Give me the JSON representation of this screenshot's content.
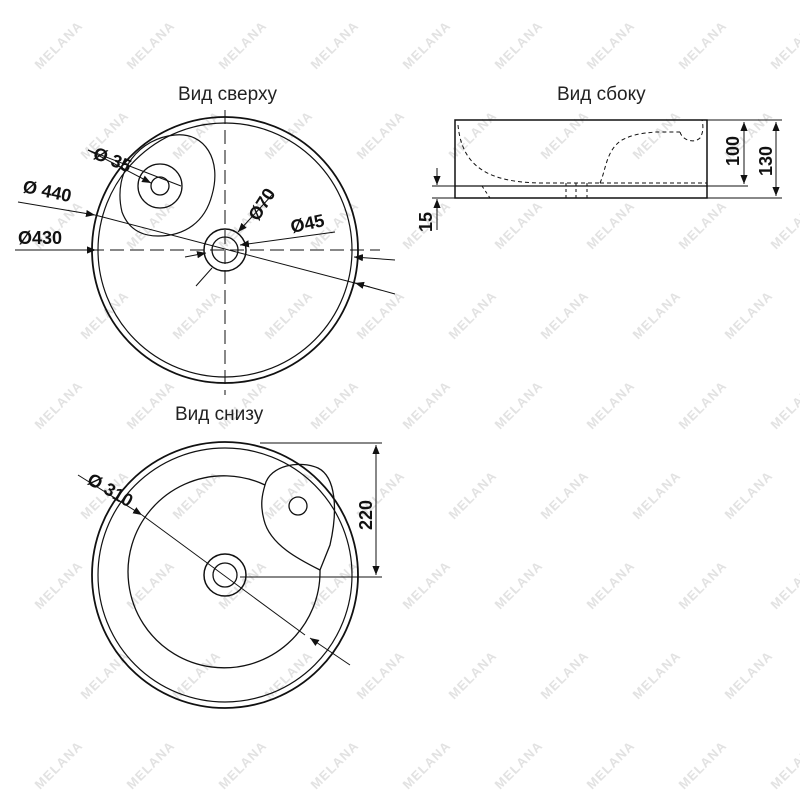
{
  "views": {
    "top": {
      "title": "Вид сверху"
    },
    "side": {
      "title": "Вид сбоку"
    },
    "bottom": {
      "title": "Вид снизу"
    }
  },
  "dimensions": {
    "d35": "Ø 35",
    "d440": "Ø 440",
    "d430": "Ø430",
    "d70": "Ø70",
    "d45": "Ø45",
    "h100": "100",
    "h130": "130",
    "h15": "15",
    "d310": "Ø 310",
    "h220": "220"
  },
  "watermark": {
    "text": "MELANA"
  },
  "colors": {
    "line": "#111111",
    "watermark": "#e2e2e2",
    "background": "#ffffff"
  }
}
